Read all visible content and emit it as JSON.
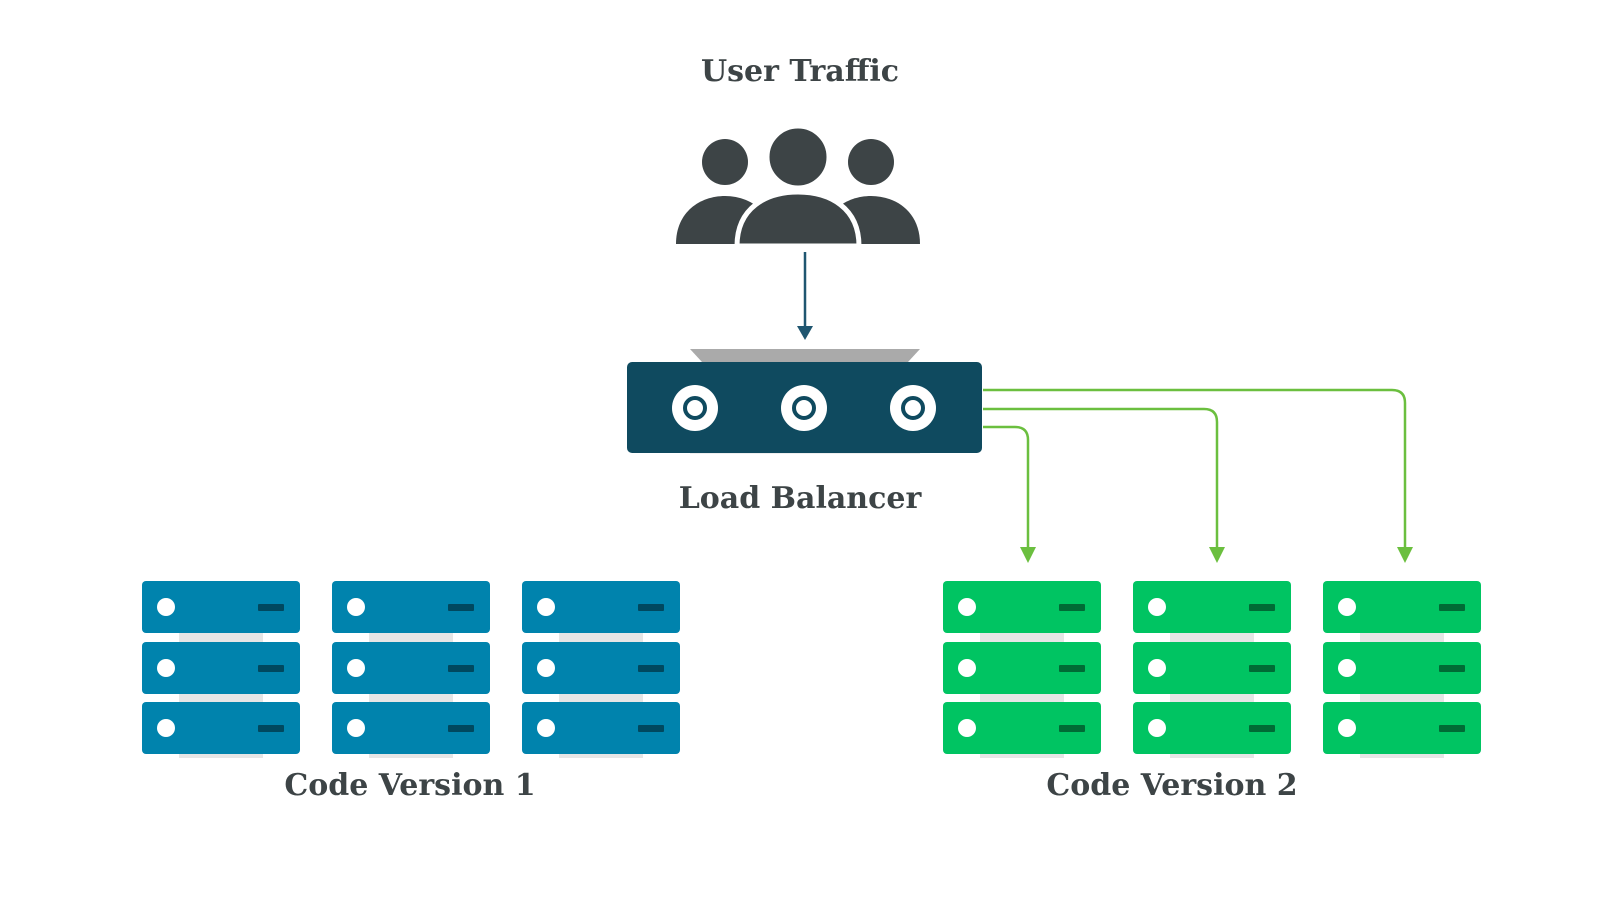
{
  "labels": {
    "user_traffic": "User Traffic",
    "load_balancer": "Load Balancer",
    "code_version_1": "Code Version 1",
    "code_version_2": "Code Version 2"
  },
  "icons": {
    "users": "users-group-icon",
    "load_balancer": "load-balancer-icon",
    "server": "server-stack-icon"
  },
  "colors": {
    "text": "#3d4446",
    "users": "#3d4446",
    "load_balancer": "#0f4a5f",
    "arrow_in": "#1f5670",
    "arrow_out": "#6bbf3f",
    "version_1": "#0083ad",
    "version_2": "#00c462"
  },
  "groups": [
    {
      "name": "code-version-1",
      "server_stacks": 3,
      "units_per_stack": 3
    },
    {
      "name": "code-version-2",
      "server_stacks": 3,
      "units_per_stack": 3
    }
  ]
}
